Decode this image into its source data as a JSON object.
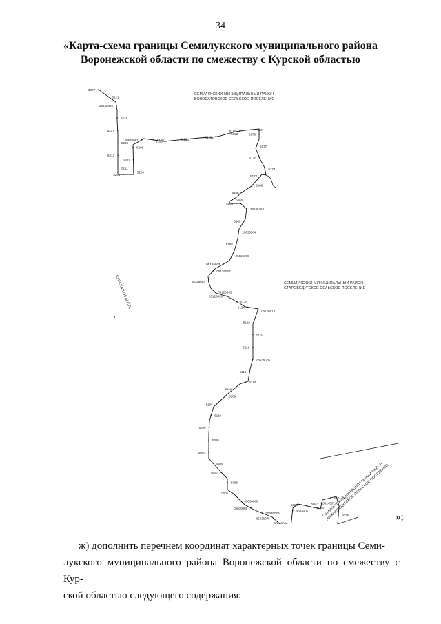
{
  "page_number": "34",
  "title": {
    "line1": "«Карта-схема границы Семилукского муниципального района",
    "line2": "Воронежской области по смежеству с Курской областью"
  },
  "map": {
    "region_top": {
      "line1": "СЕМИЛУКСКИЙ МУНИЦИПАЛЬНЫЙ РАЙОН",
      "line2": "ВОЛОСАТОВСКОЕ СЕЛЬСКОЕ ПОСЕЛЕНИЕ"
    },
    "region_mid": {
      "line1": "СЕМИЛУКСКИЙ МУНИЦИПАЛЬНЫЙ РАЙОН",
      "line2": "СТАРОВЕДУГСКОЕ СЕЛЬСКОЕ ПОСЕЛЕНИЕ"
    },
    "region_left": "КУРСКАЯ ОБЛАСТЬ",
    "region_diag": {
      "line1": "СЕМИЛУКСКИЙ МУНИЦИПАЛЬНЫЙ РАЙОН",
      "line2": "НИЖНЕВЕДУГСКОЕ СЕЛЬСКОЕ ПОСЕЛЕНИЕ"
    },
    "points": [
      "3007",
      "5221",
      "28635984",
      "5219",
      "5217",
      "5215",
      "5213",
      "5211",
      "5208",
      "5204",
      "5201",
      "5206",
      "28636061",
      "5195",
      "5193",
      "5189",
      "5185",
      "5184",
      "5183",
      "5182",
      "5180",
      "7179",
      "5179",
      "5177",
      "5176",
      "5174",
      "5172",
      "5168",
      "5166",
      "5165",
      "5163",
      "28636363",
      "5162",
      "28636364",
      "5158",
      "05126075",
      "05126663",
      "05126047",
      "05126603",
      "05126643",
      "05126033",
      "5126",
      "5124",
      "05126613",
      "5122",
      "5119",
      "5118",
      "28636576",
      "5116",
      "5114",
      "5112",
      "5109",
      "5106",
      "5110",
      "5099",
      "5095",
      "5093",
      "5090",
      "5097",
      "5086",
      "5085",
      "05030088",
      "05030086",
      "05030079",
      "05030075",
      "05030070",
      "05030054",
      "05030057",
      "5028",
      "5026",
      "5023",
      "05014064",
      "05014007",
      "5016",
      "05007062",
      "5004",
      "05000036"
    ]
  },
  "closing_quote": "»;",
  "paragraph": {
    "line1": "ж) дополнить перечнем координат характерных точек границы Семи-",
    "line2": "лукского муниципального района Воронежской области по смежеству с Кур-",
    "line3": "ской областью следующего содержания:"
  }
}
